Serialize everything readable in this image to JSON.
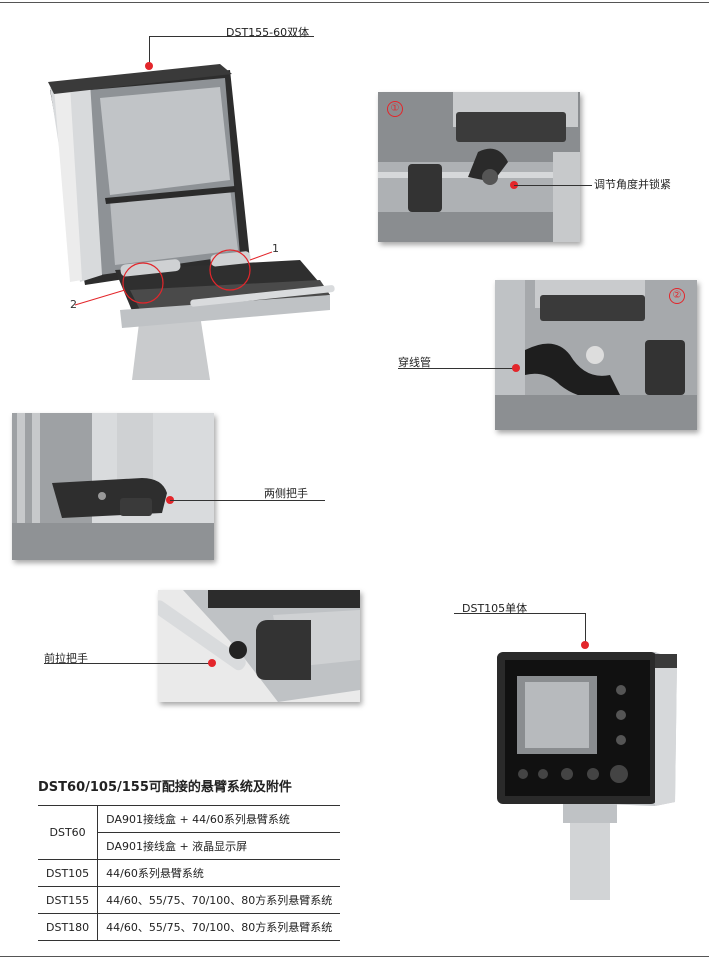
{
  "callouts": {
    "dst155_60": "DST155-60双体",
    "adjust": "调节角度并锁紧",
    "conduit": "穿线管",
    "side_handle": "两侧把手",
    "front_handle": "前拉把手",
    "dst105": "DST105单体",
    "num1": "1",
    "num2": "2",
    "circ1": "①",
    "circ2": "②"
  },
  "table": {
    "title": "DST60/105/155可配接的悬臂系统及附件",
    "rows": [
      {
        "model": "DST60",
        "items": [
          "DA901接线盒 + 44/60系列悬臂系统",
          "DA901接线盒 + 液晶显示屏"
        ]
      },
      {
        "model": "DST105",
        "items": [
          "44/60系列悬臂系统"
        ]
      },
      {
        "model": "DST155",
        "items": [
          "44/60、55/75、70/100、80方系列悬臂系统"
        ]
      },
      {
        "model": "DST180",
        "items": [
          "44/60、55/75、70/100、80方系列悬臂系统"
        ]
      }
    ]
  },
  "colors": {
    "accent": "#e3262b"
  }
}
